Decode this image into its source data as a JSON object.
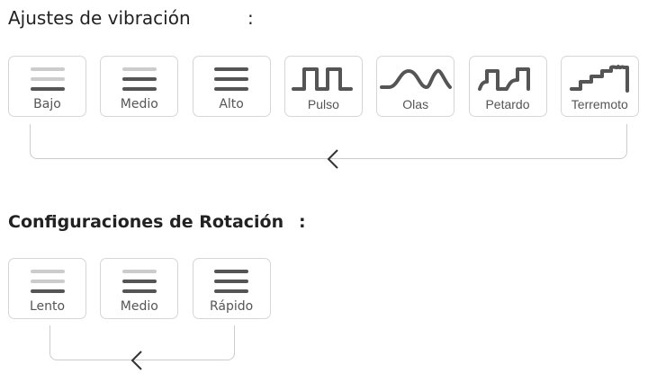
{
  "vibration": {
    "title": "Ajustes de vibración",
    "options": [
      {
        "label": "Bajo",
        "icon": "intensity-low-icon",
        "level": 1
      },
      {
        "label": "Medio",
        "icon": "intensity-medium-icon",
        "level": 2
      },
      {
        "label": "Alto",
        "icon": "intensity-high-icon",
        "level": 3
      },
      {
        "label": "Pulso",
        "icon": "pulse-wave-icon"
      },
      {
        "label": "Olas",
        "icon": "sine-wave-icon"
      },
      {
        "label": "Petardo",
        "icon": "firecracker-wave-icon"
      },
      {
        "label": "Terremoto",
        "icon": "earthquake-wave-icon"
      }
    ]
  },
  "rotation": {
    "title": "Configuraciones de Rotación",
    "options": [
      {
        "label": "Lento",
        "icon": "intensity-low-icon",
        "level": 1
      },
      {
        "label": "Medio",
        "icon": "intensity-medium-icon",
        "level": 2
      },
      {
        "label": "Rápido",
        "icon": "intensity-high-icon",
        "level": 3
      }
    ]
  },
  "colors": {
    "dark": "#555555",
    "light": "#cccccc",
    "border": "#d6d6d6"
  }
}
